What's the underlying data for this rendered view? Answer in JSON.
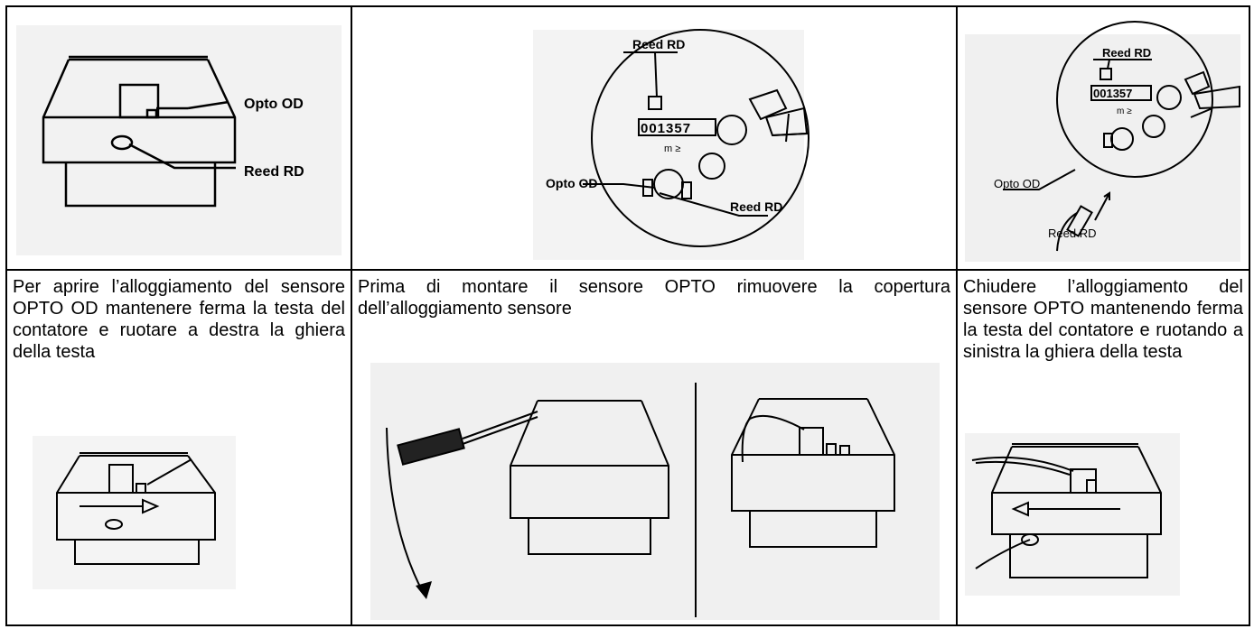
{
  "cells": {
    "top_left": {
      "label_opto": "Opto OD",
      "label_reed": "Reed RD"
    },
    "top_middle": {
      "label_reed_top": "Reed RD",
      "label_opto": "Opto OD",
      "label_reed_bottom": "Reed RD",
      "counter_digits": "001357",
      "unit": "m ≥"
    },
    "top_right": {
      "label_reed_top": "Reed RD",
      "label_opto": "Opto OD",
      "label_reed_bottom": "Reed RD",
      "counter_digits": "001357",
      "unit": "m ≥"
    },
    "bottom_left": {
      "text": "Per aprire l’alloggiamento del sensore OPTO OD mantenere ferma la testa del contatore e ruotare a destra la ghiera della testa"
    },
    "bottom_middle": {
      "text": "Prima di montare il sensore OPTO rimuovere la copertura dell’alloggiamento sensore"
    },
    "bottom_right": {
      "text": "Chiudere l’alloggiamento del sensore OPTO mantenendo ferma la testa del contatore e ruotando a sinistra la ghiera della testa"
    }
  }
}
